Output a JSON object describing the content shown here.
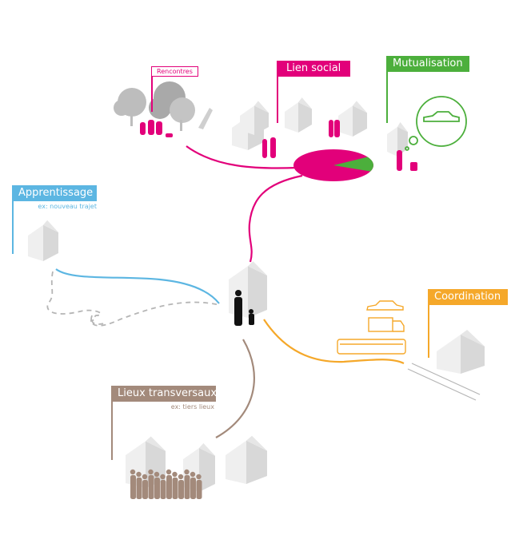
{
  "labels": {
    "rencontres": "Rencontres",
    "lien_social": "Lien social",
    "mutualisation": "Mutualisation",
    "apprentissage": "Apprentissage",
    "apprentissage_sub": "ex: nouveau trajet",
    "coordination": "Coordination",
    "lieux": "Lieux transversaux",
    "lieux_sub": "ex: tiers lieux"
  },
  "colors": {
    "magenta": "#e2007a",
    "green": "#4caf3c",
    "blue": "#5cb6e2",
    "orange": "#f5a82a",
    "brown": "#a38a7b",
    "gray": "#b5b5b5"
  },
  "pie": {
    "magenta_share": 0.85,
    "green_share": 0.15
  }
}
